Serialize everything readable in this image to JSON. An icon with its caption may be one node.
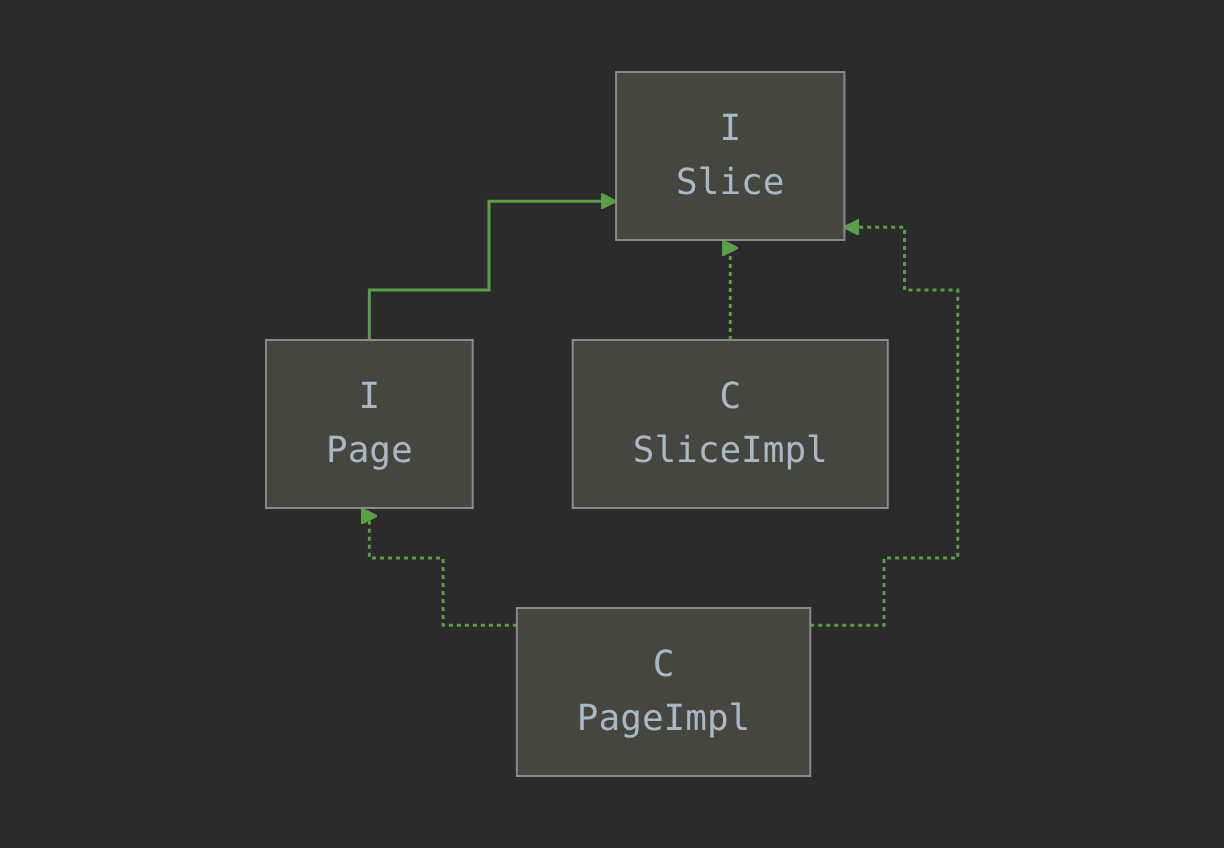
{
  "diagram": {
    "nodes": [
      {
        "text": [
          "I",
          "Slice"
        ]
      },
      {
        "text": [
          "I",
          "Page"
        ]
      },
      {
        "text": [
          "C",
          "SliceImpl"
        ]
      },
      {
        "text": [
          "C",
          "PageImpl"
        ]
      }
    ],
    "edges": [
      {
        "from": 1,
        "to": 0,
        "arrow": "to"
      },
      {
        "from": 2,
        "to": 0,
        "arrow": "to",
        "style": "dashed"
      },
      {
        "from": 3,
        "to": 1,
        "arrow": "to",
        "style": "dashed"
      },
      {
        "from": 3,
        "to": 0,
        "arrow": "to",
        "style": "dashed"
      }
    ]
  }
}
